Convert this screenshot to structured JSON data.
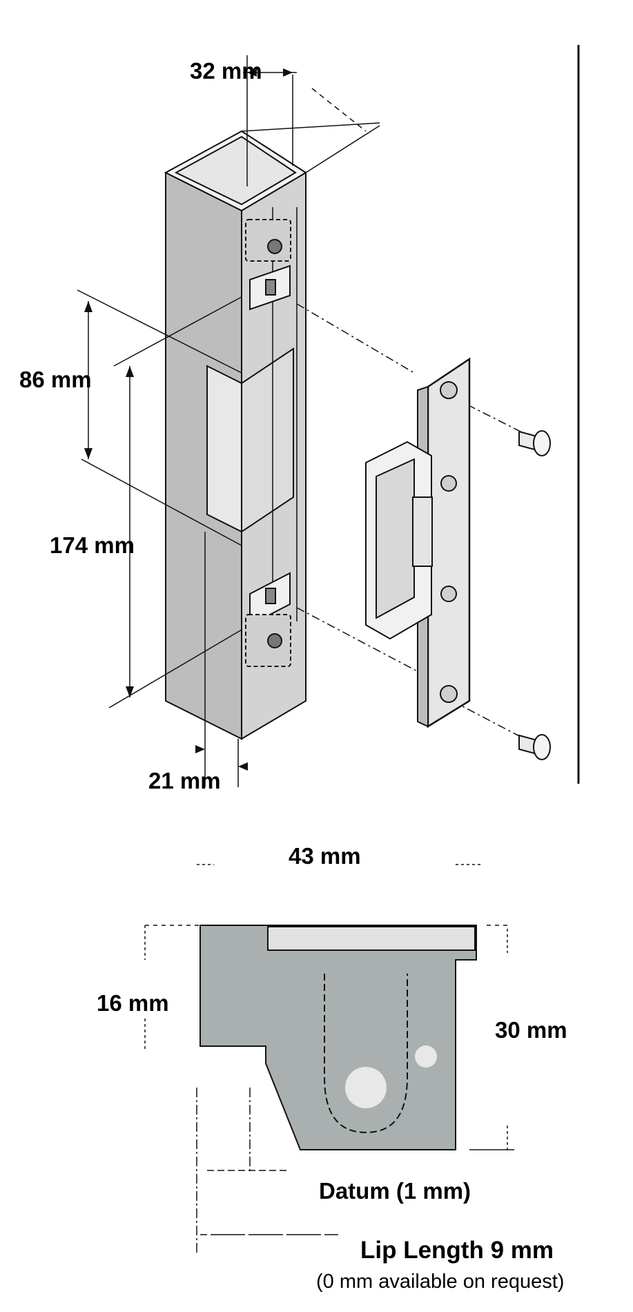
{
  "dimensions": {
    "width_top": "32 mm",
    "height_cutout": "86 mm",
    "height_total": "174 mm",
    "depth_bottom": "21 mm",
    "width_profile": "43 mm",
    "height_left": "16 mm",
    "height_right": "30 mm",
    "datum": "Datum (1 mm)",
    "lip_length": "Lip Length 9 mm",
    "lip_note": "(0 mm available on request)"
  },
  "colors": {
    "line": "#111111",
    "metal_light": "#d6d6d6",
    "metal_mid": "#bdbdbd",
    "metal_dark": "#a9a9a9",
    "profile_fill": "#a9b0af",
    "lip_fill": "#e2e2e2"
  }
}
